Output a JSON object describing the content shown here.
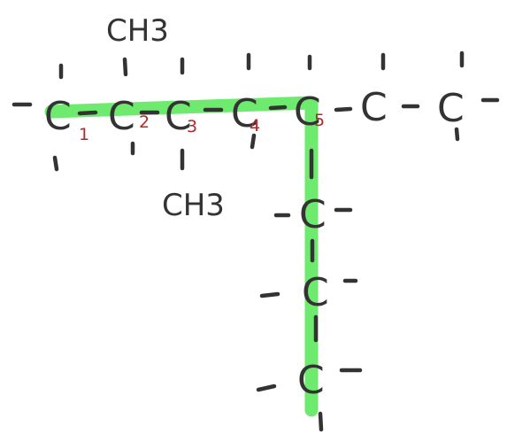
{
  "molecule": {
    "carbon_symbol": "C",
    "groups": {
      "top": "CH3",
      "bottom": "CH3"
    },
    "numbers": [
      "1",
      "2",
      "3",
      "4",
      "5"
    ]
  },
  "colors": {
    "ink": "#333333",
    "highlight": "#5ee85e",
    "numbering": "#b02a2a",
    "background": "#ffffff"
  }
}
